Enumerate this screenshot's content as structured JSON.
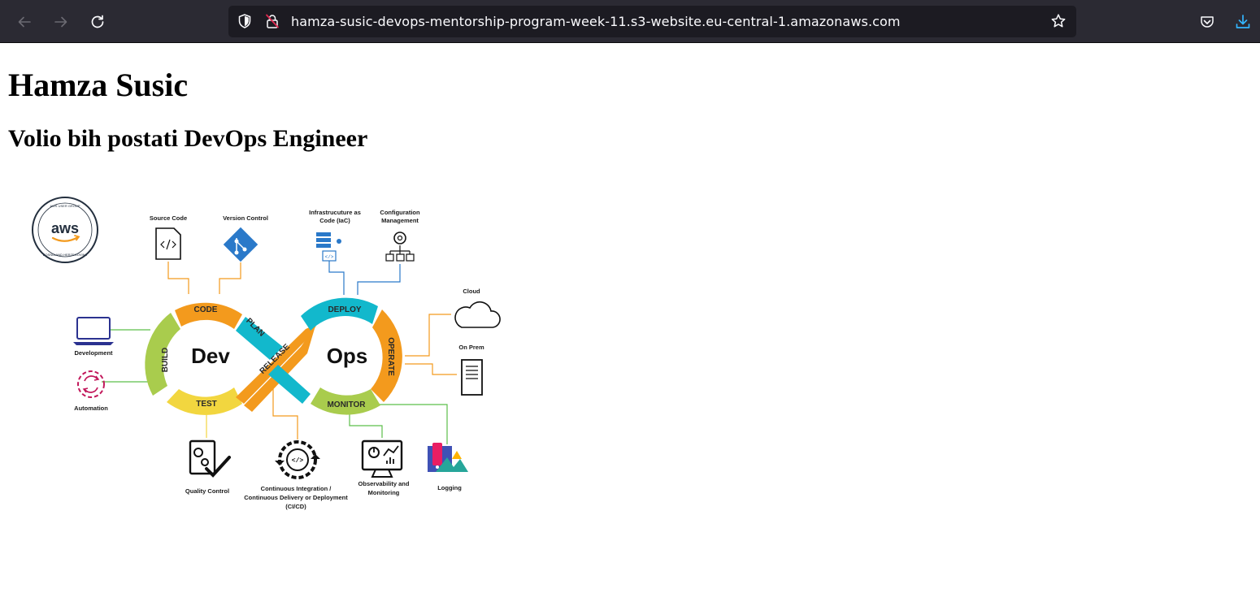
{
  "browser": {
    "url": "hamza-susic-devops-mentorship-program-week-11.s3-website.eu-central-1.amazonaws.com"
  },
  "page": {
    "heading": "Hamza Susic",
    "subheading": "Volio bih postati DevOps Engineer"
  },
  "diagram": {
    "aws_logo": "aws",
    "aws_ring_top": "AWS USER GROUP",
    "aws_ring_bottom": "BOSNIA AND HERZEGOVINA",
    "center_dev": "Dev",
    "center_ops": "Ops",
    "stages": {
      "code": "CODE",
      "plan": "PLAN",
      "build": "BUILD",
      "test": "TEST",
      "release": "RELEASE",
      "deploy": "DEPLOY",
      "operate": "OPERATE",
      "monitor": "MONITOR"
    },
    "labels": {
      "source_code": "Source Code",
      "version_control": "Version Control",
      "iac_1": "Infrastrucuture as",
      "iac_2": "Code (IaC)",
      "config_1": "Configuration",
      "config_2": "Management",
      "cloud": "Cloud",
      "on_prem": "On Prem",
      "development": "Development",
      "automation": "Automation",
      "quality_control": "Quality Control",
      "cicd_1": "Continuous Integration /",
      "cicd_2": "Continuous Delivery or Deployment",
      "cicd_3": "(CI/CD)",
      "obs_1": "Observability and",
      "obs_2": "Monitoring",
      "logging": "Logging"
    },
    "colors": {
      "orange": "#f39a1d",
      "teal": "#12b8cc",
      "green": "#a9cc4d",
      "yellow": "#f2d63f",
      "line_orange": "#f39a1d",
      "line_blue": "#2a79c9",
      "line_green": "#5cbf4a"
    }
  }
}
